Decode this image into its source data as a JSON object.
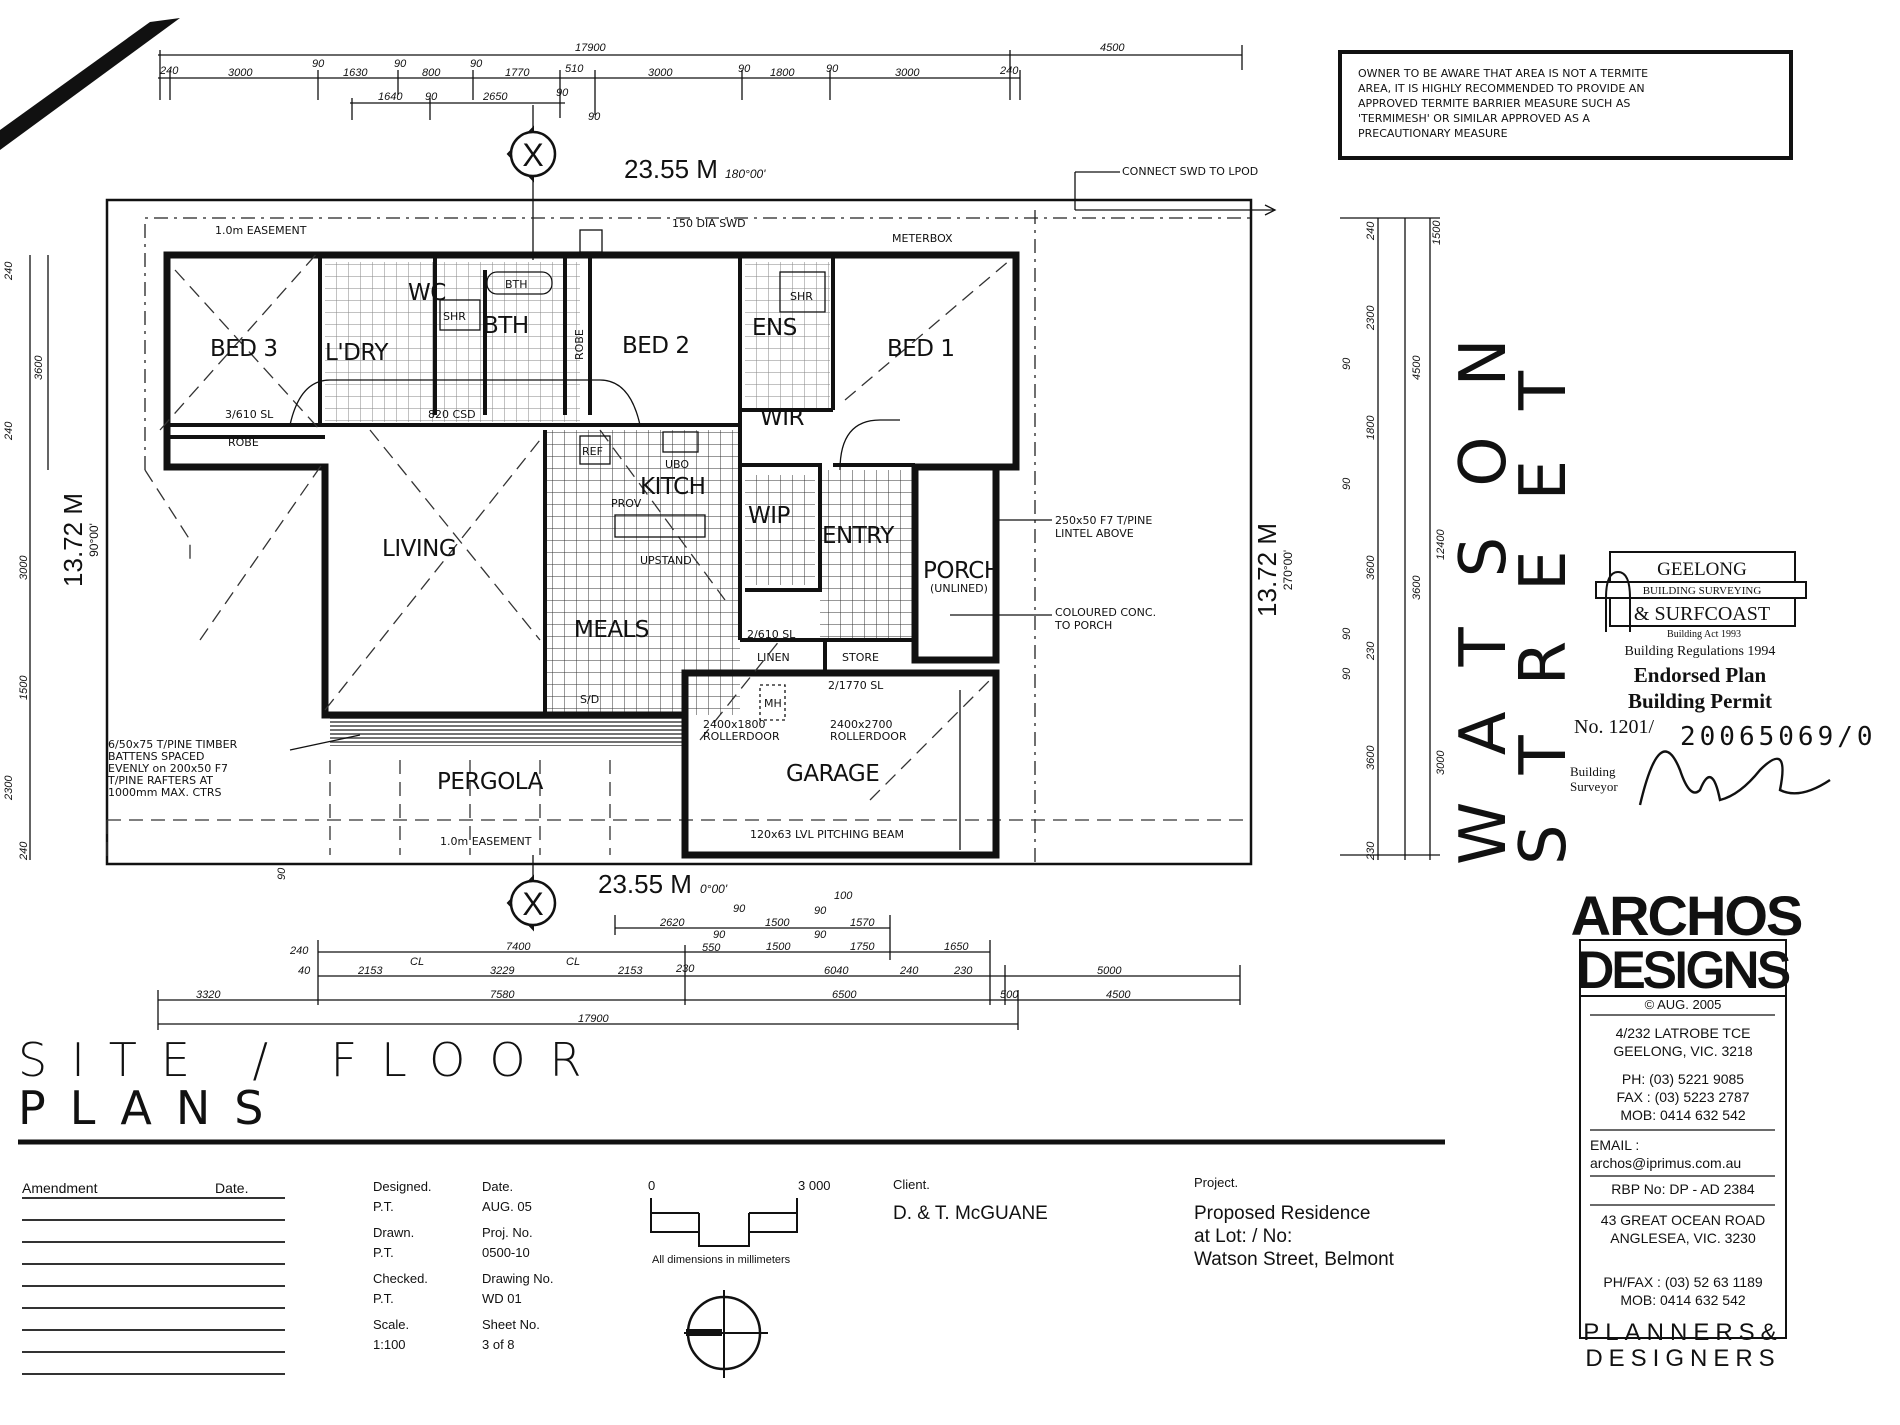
{
  "title": {
    "line1": "SITE / FLOOR",
    "line2": "PLANS"
  },
  "boundary": {
    "top": "23.55 M",
    "top_bearing": "180°00'",
    "bottom": "23.55 M",
    "bottom_bearing": "0°00'",
    "left": "13.72 M",
    "left_bearing": "90°00'",
    "right": "13.72 M",
    "right_bearing": "270°00'",
    "section_marker": "X"
  },
  "street": {
    "line1": "WATSON",
    "line2": "STREET"
  },
  "termite_note": [
    "OWNER TO BE AWARE THAT AREA IS NOT A TERMITE",
    "AREA, IT IS HIGHLY RECOMMENDED TO PROVIDE AN",
    "APPROVED TERMITE BARRIER MEASURE SUCH AS",
    "'TERMIMESH' OR SIMILAR APPROVED AS A",
    "PRECAUTIONARY MEASURE"
  ],
  "rooms": {
    "bed3": "BED 3",
    "ldry": "L'DRY",
    "wc": "WC",
    "bth": "BTH",
    "bed2": "BED 2",
    "ens": "ENS",
    "bed1": "BED 1",
    "wir": "WIR",
    "living": "LIVING",
    "kitch": "KITCH",
    "wip": "WIP",
    "entry": "ENTRY",
    "porch": "PORCH",
    "porch_sub": "(UNLINED)",
    "meals": "MEALS",
    "linen": "LINEN",
    "store": "STORE",
    "garage": "GARAGE",
    "pergola": "PERGOLA",
    "robe": "ROBE",
    "robe2": "ROBE",
    "shr": "SHR",
    "shr2": "SHR",
    "bth_fix": "BTH"
  },
  "plan_notes": {
    "easement_top": "1.0m EASEMENT",
    "easement_bottom": "1.0m EASEMENT",
    "swd": "150 DIA SWD",
    "meterbox": "METERBOX",
    "connect": "CONNECT SWD TO LPOD",
    "sl_bed3": "3/610 SL",
    "csd": "820 CSD",
    "ref": "REF",
    "ubo": "UBO",
    "prov": "PROV",
    "upstand": "UPSTAND",
    "rollerdoor1_size": "2400x1800",
    "rollerdoor2_size": "2400x2700",
    "rollerdoor": "ROLLERDOOR",
    "sl_garage": "2/1770 SL",
    "mh": "MH",
    "sd": "S/D",
    "sl_linen": "2/610 SL",
    "beam": "120x63 LVL PITCHING BEAM",
    "lintel": [
      "250x50 F7 T/PINE",
      "LINTEL ABOVE"
    ],
    "porch_conc": [
      "COLOURED CONC.",
      "TO PORCH"
    ],
    "pergola_note": [
      "6/50x75 T/PINE TIMBER",
      "BATTENS SPACED",
      "EVENLY on 200x50 F7",
      "T/PINE RAFTERS AT",
      "1000mm MAX. CTRS"
    ]
  },
  "dims": {
    "top_overall": "17900",
    "top_right": "4500",
    "top_row": [
      "240",
      "3000",
      "90",
      "1630",
      "90",
      "800",
      "90",
      "1770",
      "510",
      "3000",
      "90",
      "1800",
      "90",
      "3000",
      "240"
    ],
    "top_row2": [
      "1640",
      "90",
      "2650",
      "90",
      "90"
    ],
    "bottom_row1": [
      "100",
      "2620",
      "90",
      "1500",
      "90",
      "1570"
    ],
    "bottom_row2": [
      "240",
      "7400",
      "90",
      "550",
      "1500",
      "90",
      "1750",
      "1650"
    ],
    "bottom_row3": [
      "40",
      "2153",
      "CL",
      "3229",
      "CL",
      "2153",
      "230",
      "6040",
      "240",
      "230",
      "5000"
    ],
    "bottom_row4": [
      "3320",
      "7580",
      "6500",
      "500",
      "4500"
    ],
    "bottom_overall": "17900",
    "left": [
      "240",
      "3600",
      "240",
      "3000",
      "1500",
      "2300",
      "240",
      "90"
    ],
    "right": [
      "240",
      "2300",
      "90",
      "1800",
      "90",
      "3600",
      "90",
      "230",
      "90",
      "3600",
      "230",
      "1500",
      "4500",
      "12400",
      "3600",
      "3000"
    ]
  },
  "stamp": {
    "org1": "GEELONG",
    "org2": "BUILDING SURVEYING",
    "org3": "& SURFCOAST",
    "act": "Building Act 1993",
    "regs": "Building Regulations 1994",
    "endorsed": "Endorsed Plan",
    "permit": "Building Permit",
    "no_label": "No. 1201/",
    "permit_no": "20065069/0",
    "surveyor_label1": "Building",
    "surveyor_label2": "Surveyor",
    "signature": "Robert Heath"
  },
  "firm": {
    "name1": "ARCHOS",
    "name2": "DESIGNS",
    "copyright": "© AUG. 2005",
    "addr1": "4/232 LATROBE TCE",
    "addr2": "GEELONG,  VIC.  3218",
    "ph": "PH: (03) 5221 9085",
    "fax": "FAX : (03) 5223 2787",
    "mob": "MOB: 0414 632 542",
    "email_label": "EMAIL :",
    "email": "archos@iprimus.com.au",
    "rbp": "RBP No: DP - AD 2384",
    "addr3": "43 GREAT OCEAN ROAD",
    "addr4": "ANGLESEA,  VIC.  3230",
    "phfax": "PH/FAX : (03) 52 63 1189",
    "mob2": "MOB: 0414 632 542",
    "tag1": "PLANNERS&",
    "tag2": "DESIGNERS"
  },
  "title_block": {
    "amendment": "Amendment",
    "amend_date": "Date.",
    "designed_label": "Designed.",
    "designed": "P.T.",
    "date_label": "Date.",
    "date": "AUG. 05",
    "drawn_label": "Drawn.",
    "drawn": "P.T.",
    "proj_label": "Proj. No.",
    "proj": "0500-10",
    "checked_label": "Checked.",
    "checked": "P.T.",
    "drawing_label": "Drawing No.",
    "drawing": "WD 01",
    "scale_label": "Scale.",
    "scale": "1:100",
    "sheet_label": "Sheet No.",
    "sheet": "3 of 8",
    "scalebar_start": "0",
    "scalebar_end": "3 000",
    "scalebar_note": "All dimensions in millimeters",
    "client_label": "Client.",
    "client": "D. & T. McGUANE",
    "project_label": "Project.",
    "project1": "Proposed Residence",
    "project2": "at Lot:   / No:",
    "project3": "Watson Street, Belmont"
  }
}
